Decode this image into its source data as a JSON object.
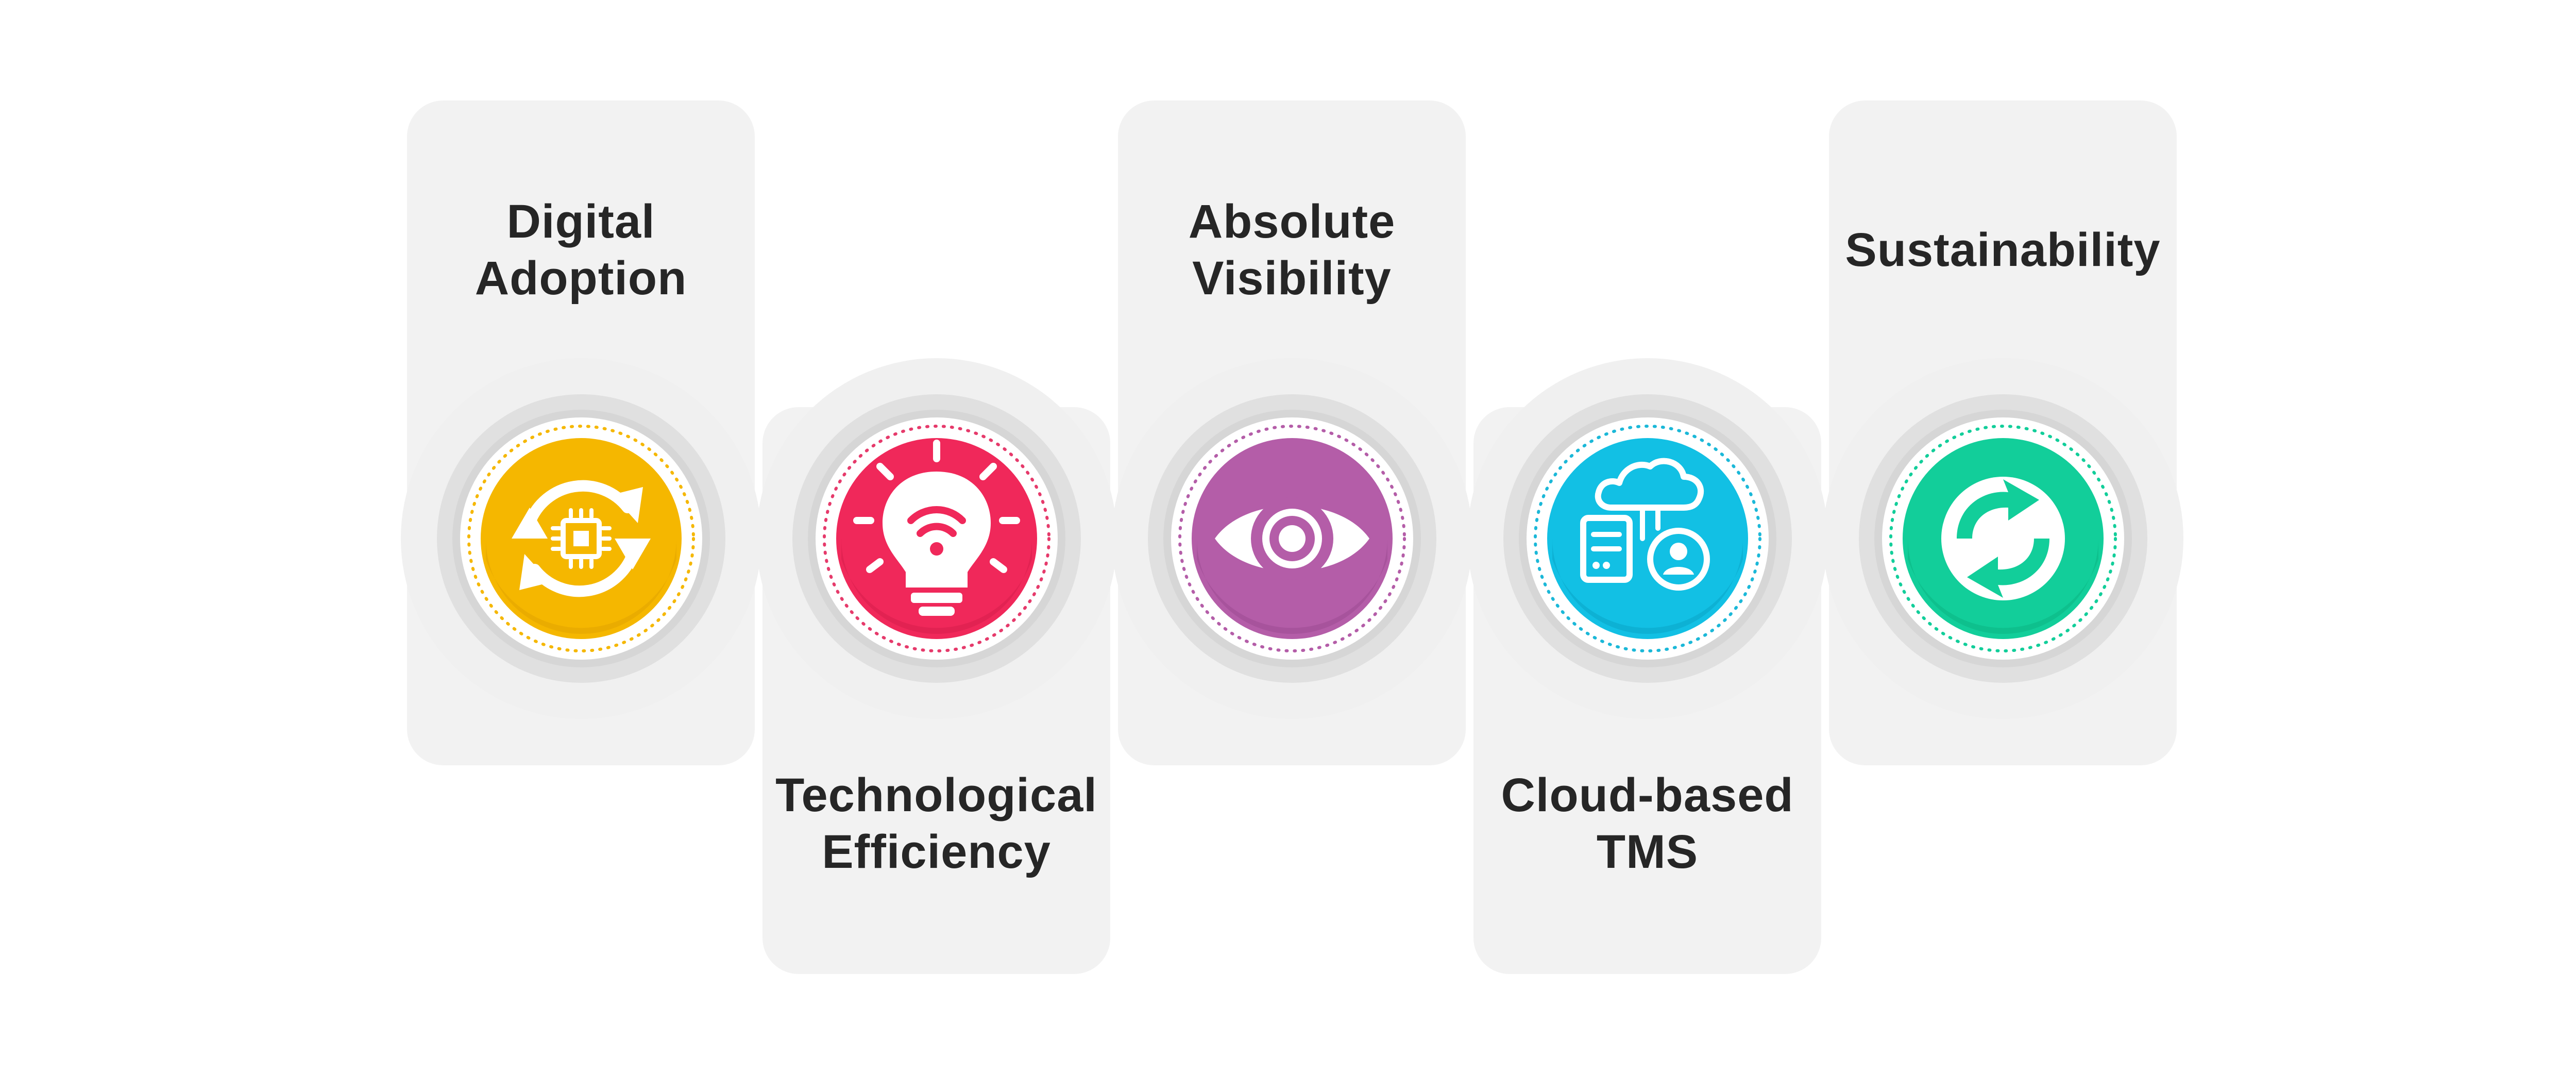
{
  "steps": [
    {
      "line1": "Digital",
      "line2": "Adoption",
      "position": "top",
      "color": "#F5B700",
      "ring": "#F5B700",
      "icon": "chip-cycle-icon"
    },
    {
      "line1": "Technological",
      "line2": "Efficiency",
      "position": "bottom",
      "color": "#F0285A",
      "ring": "#E63A6B",
      "icon": "lightbulb-wifi-icon"
    },
    {
      "line1": "Absolute",
      "line2": "Visibility",
      "position": "top",
      "color": "#B45DA8",
      "ring": "#B45DA8",
      "icon": "eye-icon"
    },
    {
      "line1": "Cloud-based",
      "line2": "TMS",
      "position": "bottom",
      "color": "#12C0E4",
      "ring": "#1BB8D8",
      "icon": "cloud-server-user-icon"
    },
    {
      "line1": "Sustainability",
      "line2": "",
      "position": "top",
      "color": "#12CE9A",
      "ring": "#12CE9A",
      "icon": "recycle-arrows-icon"
    }
  ]
}
